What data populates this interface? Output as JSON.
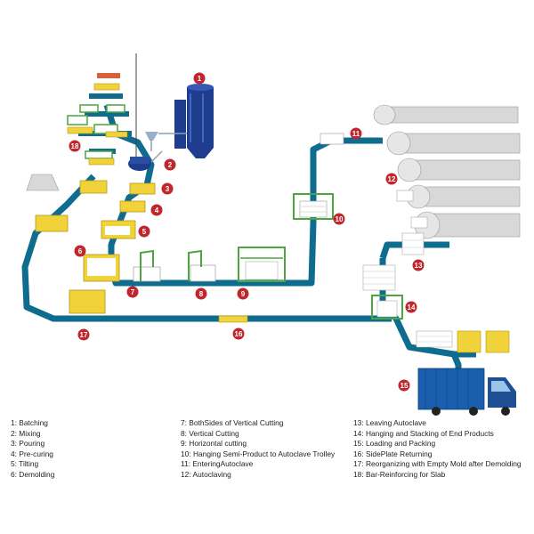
{
  "colors": {
    "conveyor": "#0e6d8e",
    "marker": "#c0262d",
    "mold": "#f0d23a",
    "mold_edge": "#b89a10",
    "reinforcement": "#4aa63d",
    "silo": "#1f3d8f",
    "autoclave": "#d8d8d8",
    "truck": "#1a5fae"
  },
  "steps": [
    {
      "num": "1",
      "label": "Batching"
    },
    {
      "num": "2",
      "label": "Mixing"
    },
    {
      "num": "3",
      "label": "Pouring"
    },
    {
      "num": "4",
      "label": "Pre-curing"
    },
    {
      "num": "5",
      "label": "Tilting"
    },
    {
      "num": "6",
      "label": "Demolding"
    },
    {
      "num": "7",
      "label": "BothSides of Vertical Cutting"
    },
    {
      "num": "8",
      "label": "Vertical Cutting"
    },
    {
      "num": "9",
      "label": "Horizontal cutting"
    },
    {
      "num": "10",
      "label": "Hanging Semi-Product to Autoclave Trolley"
    },
    {
      "num": "11",
      "label": "EnteringAutoclave"
    },
    {
      "num": "12",
      "label": "Autoclaving"
    },
    {
      "num": "13",
      "label": "Leaving Autoclave"
    },
    {
      "num": "14",
      "label": "Hanging and Stacking of End Products"
    },
    {
      "num": "15",
      "label": "Loading and Packing"
    },
    {
      "num": "16",
      "label": "SidePlate Returning"
    },
    {
      "num": "17",
      "label": "Reorganizing with Empty Mold after Demolding"
    },
    {
      "num": "18",
      "label": "Bar-Reinforcing for Slab"
    }
  ],
  "legend": [
    [
      "1: Batching",
      "2: Mixing",
      "3: Pouring",
      "4: Pre-curing",
      "5: Tilting",
      "6: Demolding"
    ],
    [
      "7: BothSides of Vertical Cutting",
      "8: Vertical Cutting",
      "9: Horizontal cutting",
      "10: Hanging Semi-Product to Autoclave Trolley",
      "11: EnteringAutoclave",
      "12: Autoclaving"
    ],
    [
      "13: Leaving Autoclave",
      "14: Hanging and Stacking of End Products",
      "15: Loading and Packing",
      "16: SidePlate Returning",
      "17: Reorganizing with Empty Mold after Demolding",
      "18: Bar-Reinforcing for Slab"
    ]
  ]
}
